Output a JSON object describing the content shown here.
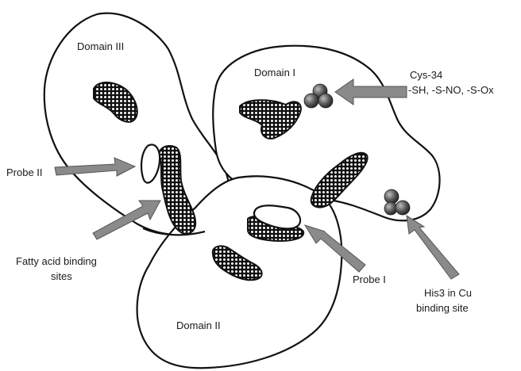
{
  "labels": {
    "domain_iii": "Domain III",
    "domain_i": "Domain I",
    "domain_ii": "Domain II",
    "cys34_line1": "Cys-34",
    "cys34_line2": "-SH, -S-NO, -S-Ox",
    "probe_ii": "Probe II",
    "probe_i": "Probe I",
    "fatty_acid_line1": "Fatty acid binding",
    "fatty_acid_line2": "sites",
    "his3_line1": "His3 in Cu",
    "his3_line2": "binding site"
  },
  "colors": {
    "outline": "#111111",
    "arrow_fill": "#8a8a8a",
    "sphere": "#5a5a5a",
    "background": "#ffffff"
  }
}
